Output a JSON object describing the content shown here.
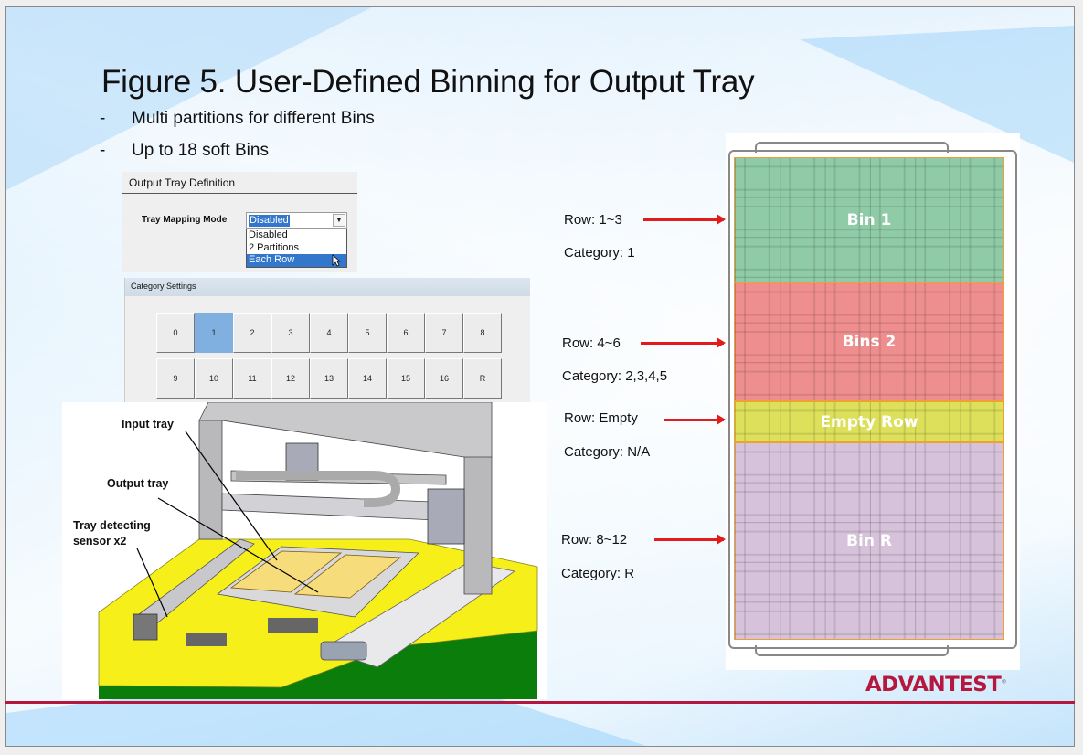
{
  "slide": {
    "title": "Figure 5. User-Defined Binning for Output Tray",
    "bullets": [
      {
        "marker": "-",
        "text": "Multi partitions for different Bins"
      },
      {
        "marker": "-",
        "text": "Up to 18 soft Bins"
      }
    ]
  },
  "output_tray_definition": {
    "header": "Output Tray Definition",
    "field_label": "Tray Mapping Mode",
    "selected_value": "Disabled",
    "options": [
      "Disabled",
      "2 Partitions",
      "Each Row"
    ],
    "highlighted_option": "Each Row"
  },
  "category_settings": {
    "title": "Category Settings",
    "buttons": [
      "0",
      "1",
      "2",
      "3",
      "4",
      "5",
      "6",
      "7",
      "8",
      "9",
      "10",
      "11",
      "12",
      "13",
      "14",
      "15",
      "16",
      "R"
    ],
    "active": "1"
  },
  "machine_illustration": {
    "labels": [
      "Input tray",
      "Output tray",
      "Tray detecting",
      "sensor x2"
    ]
  },
  "row_mapping": [
    {
      "row": "Row: 1~3",
      "category": "Category: 1",
      "bin_label": "Bin 1",
      "color": "#8fcba7"
    },
    {
      "row": "Row: 4~6",
      "category": "Category: 2,3,4,5",
      "bin_label": "Bins 2",
      "color": "#ee8e8e"
    },
    {
      "row": "Row: Empty",
      "category": "Category: N/A",
      "bin_label": "Empty Row",
      "color": "#dde05a"
    },
    {
      "row": "Row: 8~12",
      "category": "Category: R",
      "bin_label": "Bin R",
      "color": "#d6c2da"
    }
  ],
  "brand": {
    "logo_text": "ADVANTEST",
    "registered": "®",
    "accent_color": "#b5183f",
    "arrow_color": "#e21b1b"
  }
}
